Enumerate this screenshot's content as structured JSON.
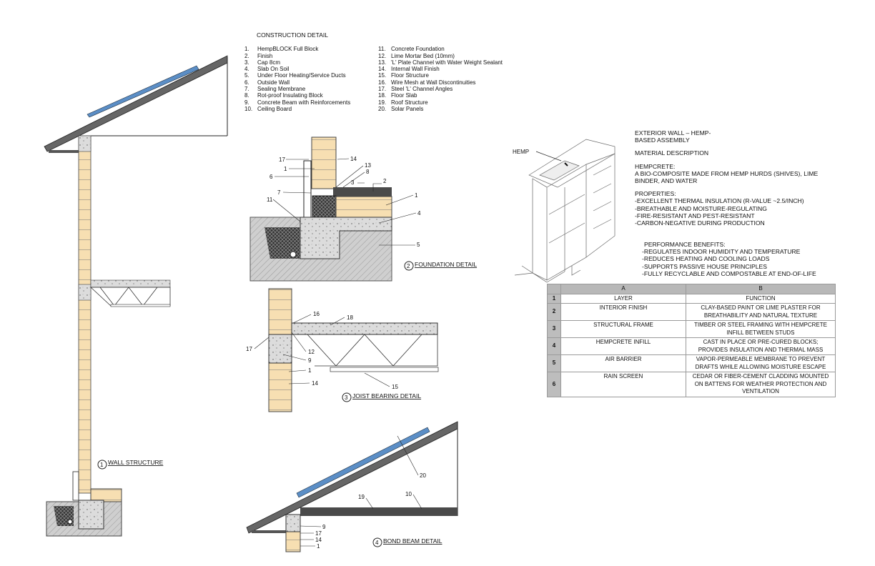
{
  "legend": {
    "title": "CONSTRUCTION DETAIL",
    "items_left": [
      {
        "n": "1.",
        "t": "HempBLOCK Full Block"
      },
      {
        "n": "2.",
        "t": "Finish"
      },
      {
        "n": "3.",
        "t": "Cap 8cm"
      },
      {
        "n": "4.",
        "t": "Slab On Soil"
      },
      {
        "n": "5.",
        "t": "Under Floor Heating/Service Ducts"
      },
      {
        "n": "6.",
        "t": "Outside Wall"
      },
      {
        "n": "7.",
        "t": "Sealing Membrane"
      },
      {
        "n": "8.",
        "t": "Rot-proof Insulating Block"
      },
      {
        "n": "9.",
        "t": "Concrete Beam with Reinforcements"
      },
      {
        "n": "10.",
        "t": "Ceiling Board"
      }
    ],
    "items_right": [
      {
        "n": "11.",
        "t": "Concrete Foundation"
      },
      {
        "n": "12.",
        "t": "Lime Mortar Bed (10mm)"
      },
      {
        "n": "13.",
        "t": "'L' Plate Channel with Water Weight Sealant"
      },
      {
        "n": "14.",
        "t": "Internal Wall Finish"
      },
      {
        "n": "15.",
        "t": "Floor Structure"
      },
      {
        "n": "16.",
        "t": "Wire Mesh at Wall Discontinuities"
      },
      {
        "n": "17.",
        "t": "Steel 'L' Channel Angles"
      },
      {
        "n": "18.",
        "t": "Floor Slab"
      },
      {
        "n": "19.",
        "t": "Roof Structure"
      },
      {
        "n": "20.",
        "t": "Solar Panels"
      }
    ]
  },
  "details": {
    "d1": {
      "num": "1",
      "title": "WALL STRUCTURE"
    },
    "d2": {
      "num": "2",
      "title": "FOUNDATION DETAIL",
      "callouts": [
        "17",
        "1",
        "6",
        "7",
        "11",
        "14",
        "13",
        "8",
        "3",
        "2",
        "1",
        "4",
        "5"
      ]
    },
    "d3": {
      "num": "3",
      "title": "JOIST BEARING DETAIL",
      "callouts": [
        "16",
        "18",
        "17",
        "12",
        "9",
        "1",
        "14",
        "15"
      ]
    },
    "d4": {
      "num": "4",
      "title": "BOND BEAM DETAIL",
      "callouts": [
        "20",
        "19",
        "10",
        "9",
        "17",
        "14",
        "1"
      ]
    }
  },
  "iso": {
    "hemp_label": "HEMP"
  },
  "description": {
    "title": "EXTERIOR WALL – HEMP-BASED ASSEMBLY",
    "material_heading": "MATERIAL DESCRIPTION",
    "hempcrete_heading": "HEMPCRETE:",
    "hempcrete_text": "A BIO-COMPOSITE MADE FROM HEMP HURDS (SHIVES), LIME BINDER, AND WATER",
    "properties_heading": "PROPERTIES:",
    "properties": [
      "-EXCELLENT THERMAL INSULATION (R-VALUE ~2.5/INCH)",
      "-BREATHABLE AND MOISTURE-REGULATING",
      "-FIRE-RESISTANT AND PEST-RESISTANT",
      "-CARBON-NEGATIVE DURING PRODUCTION"
    ],
    "benefits_heading": "PERFORMANCE BENEFITS:",
    "benefits": [
      "-REGULATES INDOOR HUMIDITY AND TEMPERATURE",
      "-REDUCES HEATING AND COOLING LOADS",
      "-SUPPORTS PASSIVE HOUSE PRINCIPLES",
      "-FULLY RECYCLABLE AND COMPOSTABLE AT END-OF-LIFE"
    ]
  },
  "table": {
    "col_headers": [
      "A",
      "B"
    ],
    "rows": [
      {
        "n": "1",
        "a": "LAYER",
        "b": "FUNCTION"
      },
      {
        "n": "2",
        "a": "INTERIOR FINISH",
        "b": "CLAY-BASED PAINT OR LIME PLASTER FOR BREATHABILITY AND NATURAL TEXTURE"
      },
      {
        "n": "3",
        "a": "STRUCTURAL FRAME",
        "b": "TIMBER OR STEEL FRAMING WITH HEMPCRETE INFILL BETWEEN STUDS"
      },
      {
        "n": "4",
        "a": "HEMPCRETE INFILL",
        "b": "CAST IN PLACE OR PRE-CURED BLOCKS; PROVIDES INSULATION AND THERMAL MASS"
      },
      {
        "n": "5",
        "a": "AIR BARRIER",
        "b": "VAPOR-PERMEABLE MEMBRANE TO PREVENT DRAFTS WHILE ALLOWING MOISTURE ESCAPE"
      },
      {
        "n": "6",
        "a": "RAIN SCREEN",
        "b": "CEDAR OR FIBER-CEMENT CLADDING MOUNTED ON BATTENS FOR WEATHER PROTECTION AND VENTILATION"
      }
    ]
  },
  "colors": {
    "block": "#f7dfb2",
    "ground": "#c9c9c9",
    "concrete": "#dcdcdc",
    "solar": "#5b8ec6",
    "dark": "#4a4a4a"
  }
}
